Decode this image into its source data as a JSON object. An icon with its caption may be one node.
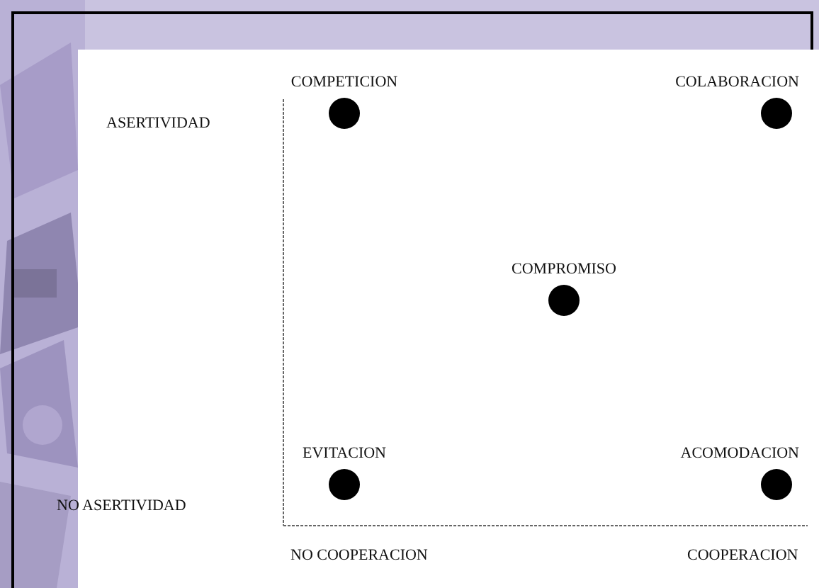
{
  "diagram": {
    "nodes": [
      {
        "text": [
          "COMPETICION"
        ]
      },
      {
        "text": [
          "COLABORACION"
        ]
      },
      {
        "text": [
          "COMPROMISO"
        ]
      },
      {
        "text": [
          "EVITACION"
        ]
      },
      {
        "text": [
          "ACOMODACION"
        ]
      }
    ],
    "labels": [
      "ASERTIVIDAD",
      "NO ASERTIVIDAD",
      "NO COOPERACION",
      "COOPERACION"
    ]
  }
}
